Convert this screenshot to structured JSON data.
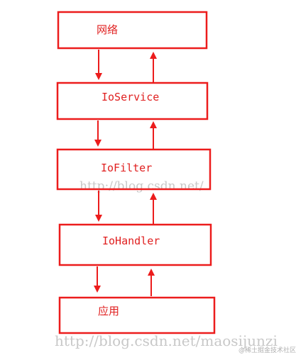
{
  "diagram": {
    "colors": {
      "box_stroke": "#ec1c1c",
      "arrow": "#ec1c1c",
      "label": "#e02020",
      "watermark": "#c8c8c8"
    },
    "boxes": [
      {
        "id": "network",
        "label": "网络"
      },
      {
        "id": "ioservice",
        "label": "IoService"
      },
      {
        "id": "iofilter",
        "label": "IoFilter"
      },
      {
        "id": "iohandler",
        "label": "IoHandler"
      },
      {
        "id": "application",
        "label": "应用"
      }
    ]
  },
  "watermarks": {
    "middle": "http://blog.csdn.net/",
    "bottom": "http://blog.csdn.net/maosijunzi",
    "corner": "@稀土掘金技术社区"
  }
}
